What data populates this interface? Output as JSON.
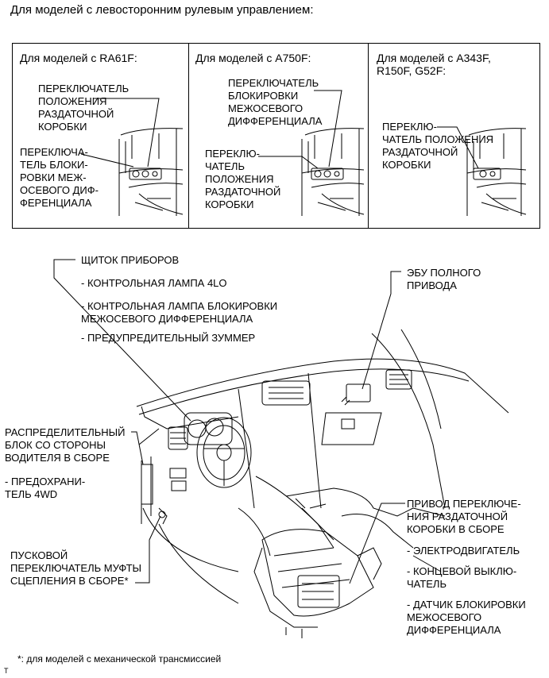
{
  "title": "Для моделей с левосторонним рулевым управлением:",
  "panels": [
    {
      "heading": "Для моделей с RA61F:",
      "labels": [
        "ПЕРЕКЛЮЧАТЕЛЬ\nПОЛОЖЕНИЯ\nРАЗДАТОЧНОЙ\nКОРОБКИ",
        "ПЕРЕКЛЮЧА-\nТЕЛЬ БЛОКИ-\nРОВКИ МЕЖ-\nОСЕВОГО ДИФ-\nФЕРЕНЦИАЛА"
      ]
    },
    {
      "heading": "Для моделей с A750F:",
      "labels": [
        "ПЕРЕКЛЮЧАТЕЛЬ\nБЛОКИРОВКИ\nМЕЖОСЕВОГО\nДИФФЕРЕНЦИАЛА",
        "ПЕРЕКЛЮ-\nЧАТЕЛЬ\nПОЛОЖЕНИЯ\nРАЗДАТОЧНОЙ\nКОРОБКИ"
      ]
    },
    {
      "heading": "Для моделей с A343F,\nR150F, G52F:",
      "labels": [
        "ПЕРЕКЛЮ-\nЧАТЕЛЬ ПОЛОЖЕНИЯ\nРАЗДАТОЧНОЙ\nКОРОБКИ"
      ]
    }
  ],
  "callouts": {
    "combination_meter": "ЩИТОК ПРИБОРОВ",
    "indicator_4lo": "- КОНТРОЛЬНАЯ ЛАМПА 4LO",
    "diff_lock_indicator": "- КОНТРОЛЬНАЯ ЛАМПА БЛОКИРОВКИ\nМЕЖОСЕВОГО ДИФФЕРЕНЦИАЛА",
    "buzzer": "- ПРЕДУПРЕДИТЕЛЬНЫЙ ЗУММЕР",
    "ecu_4wd": "ЭБУ ПОЛНОГО\nПРИВОДА",
    "junction_block": "РАСПРЕДЕЛИТЕЛЬНЫЙ\nБЛОК СО СТОРОНЫ\nВОДИТЕЛЯ В СБОРЕ",
    "fuse_4wd": "- ПРЕДОХРАНИ-\nТЕЛЬ 4WD",
    "clutch_switch": "ПУСКОВОЙ\nПЕРЕКЛЮЧАТЕЛЬ МУФТЫ\nСЦЕПЛЕНИЯ В СБОРЕ*",
    "transfer_actuator": "ПРИВОД ПЕРЕКЛЮЧЕ-\nНИЯ РАЗДАТОЧНОЙ\nКОРОБКИ В СБОРЕ",
    "motor": "- ЭЛЕКТРОДВИГАТЕЛЬ",
    "limit_switch": "- КОНЦЕВОЙ ВЫКЛЮ-\nЧАТЕЛЬ",
    "diff_lock_sensor": "- ДАТЧИК БЛОКИРОВКИ\nМЕЖОСЕВОГО\nДИФФЕРЕНЦИАЛА"
  },
  "footnote": "*: для моделей с механической трансмиссией",
  "corner_mark": "T"
}
